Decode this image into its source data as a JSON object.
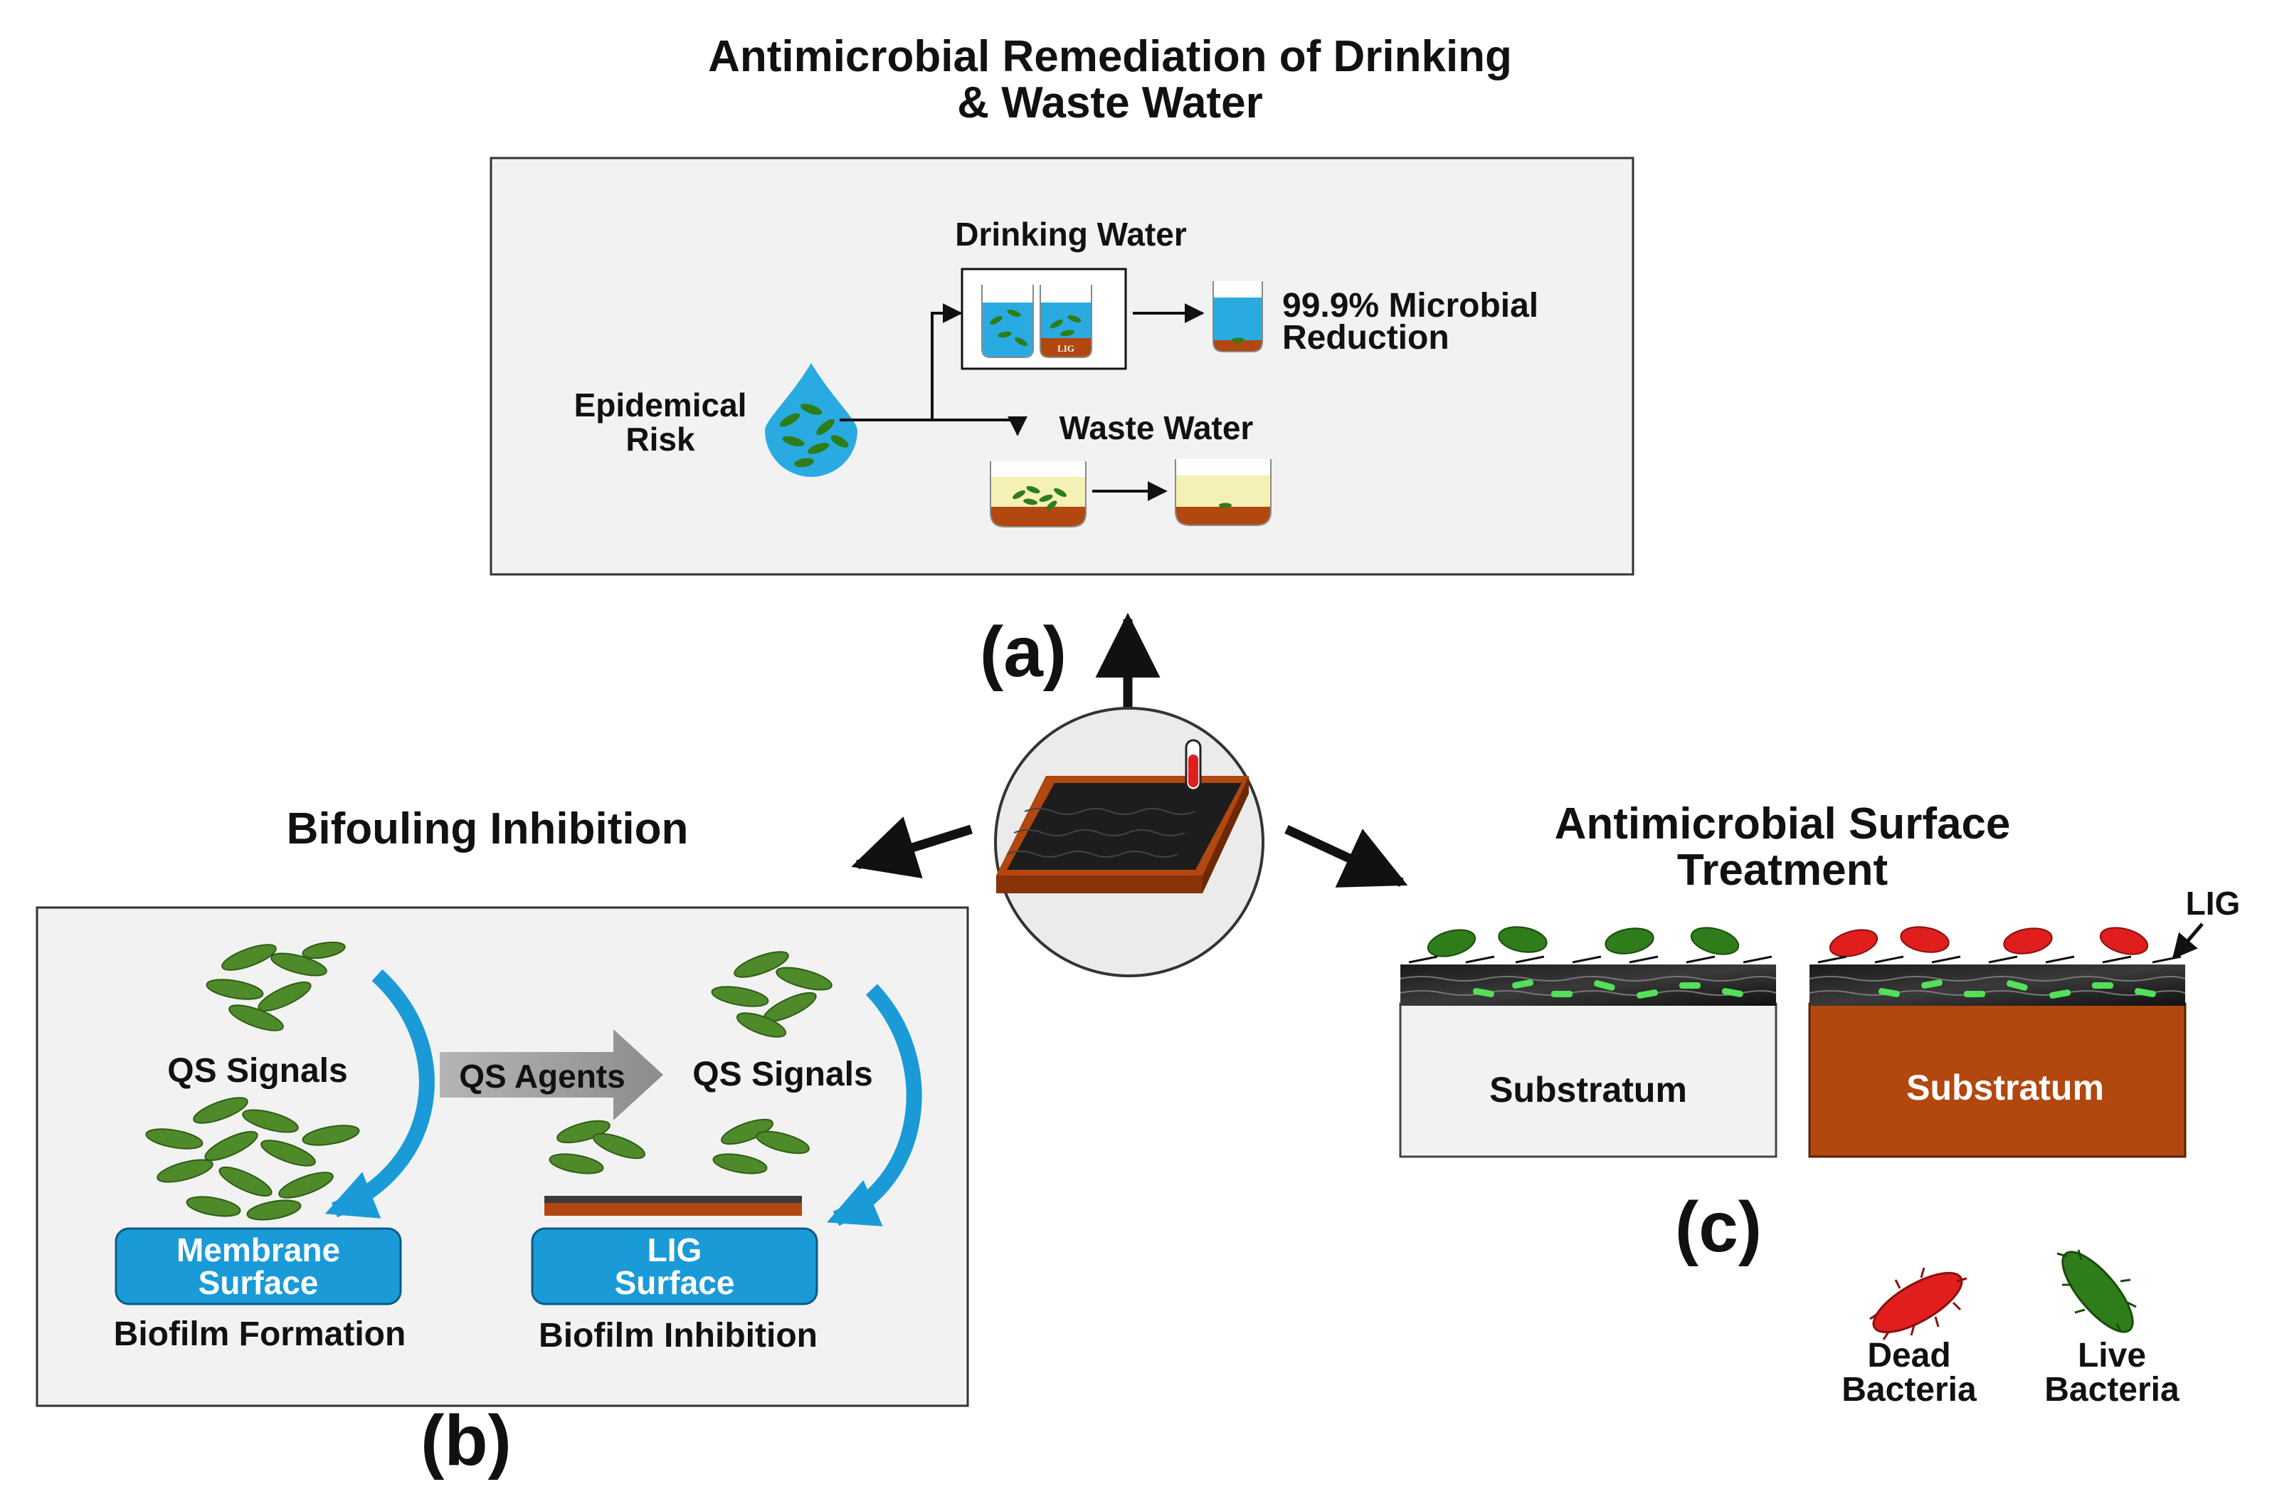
{
  "panel_a": {
    "title_line1": "Antimicrobial Remediation of Drinking",
    "title_line2": "& Waste Water",
    "label": "(a)",
    "epidemical_line1": "Epidemical",
    "epidemical_line2": "Risk",
    "drinking_water": "Drinking Water",
    "reduction_line1": "99.9% Microbial",
    "reduction_line2": "Reduction",
    "waste_water": "Waste Water",
    "lig_tag": "LIG"
  },
  "panel_b": {
    "title": "Bifouling Inhibition",
    "label": "(b)",
    "qs_signals_left": "QS Signals",
    "qs_agents": "QS Agents",
    "qs_signals_right": "QS Signals",
    "membrane_line1": "Membrane",
    "membrane_line2": "Surface",
    "lig_line1": "LIG",
    "lig_line2": "Surface",
    "biofilm_formation": "Biofilm Formation",
    "biofilm_inhibition": "Biofilm Inhibition"
  },
  "panel_c": {
    "title_line1": "Antimicrobial Surface",
    "title_line2": "Treatment",
    "label": "(c)",
    "lig_pointer": "LIG",
    "substratum_left": "Substratum",
    "substratum_right": "Substratum"
  },
  "legend": {
    "dead_line1": "Dead",
    "dead_line2": "Bacteria",
    "live_line1": "Live",
    "live_line2": "Bacteria"
  },
  "colors": {
    "water_blue": "#29abe2",
    "membrane_blue": "#1a9bd7",
    "lig_brown": "#b2470f",
    "live_green": "#2e7d1a",
    "dead_red": "#e01e1e",
    "waste_yellow": "#f4f0b6",
    "panel_bg": "#f2f2f2"
  }
}
